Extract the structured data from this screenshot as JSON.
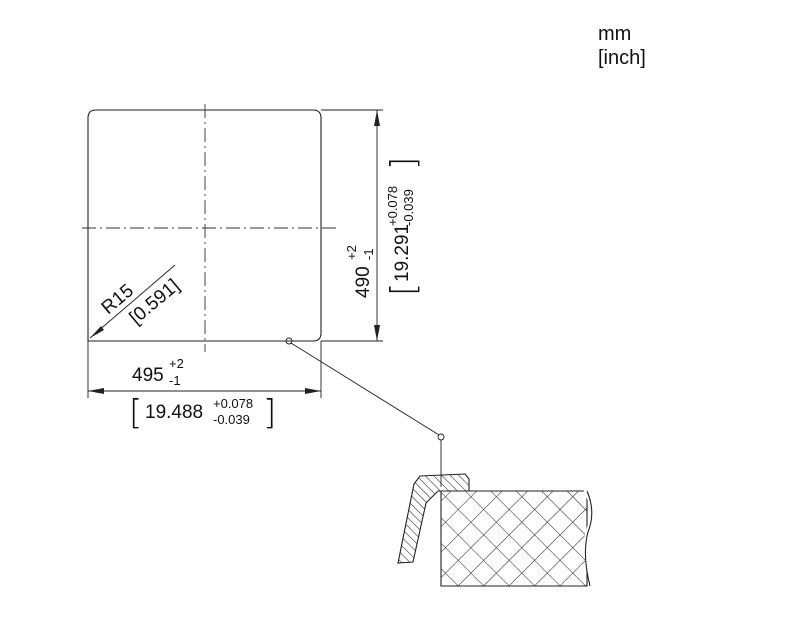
{
  "units": {
    "primary": "mm",
    "secondary": "[inch]"
  },
  "width_dim": {
    "nominal": "495",
    "tol_upper": "+2",
    "tol_lower": "-1",
    "inch_nominal": "19.488",
    "inch_tol_upper": "+0.078",
    "inch_tol_lower": "-0.039"
  },
  "height_dim": {
    "nominal": "490",
    "tol_upper": "+2",
    "tol_lower": "-1",
    "inch_nominal": "19.291",
    "inch_tol_upper": "+0.078",
    "inch_tol_lower": "-0.039"
  },
  "radius_dim": {
    "label": "R15",
    "inch": "[0.591]"
  },
  "brackets": {
    "open": "[",
    "close": "]"
  }
}
